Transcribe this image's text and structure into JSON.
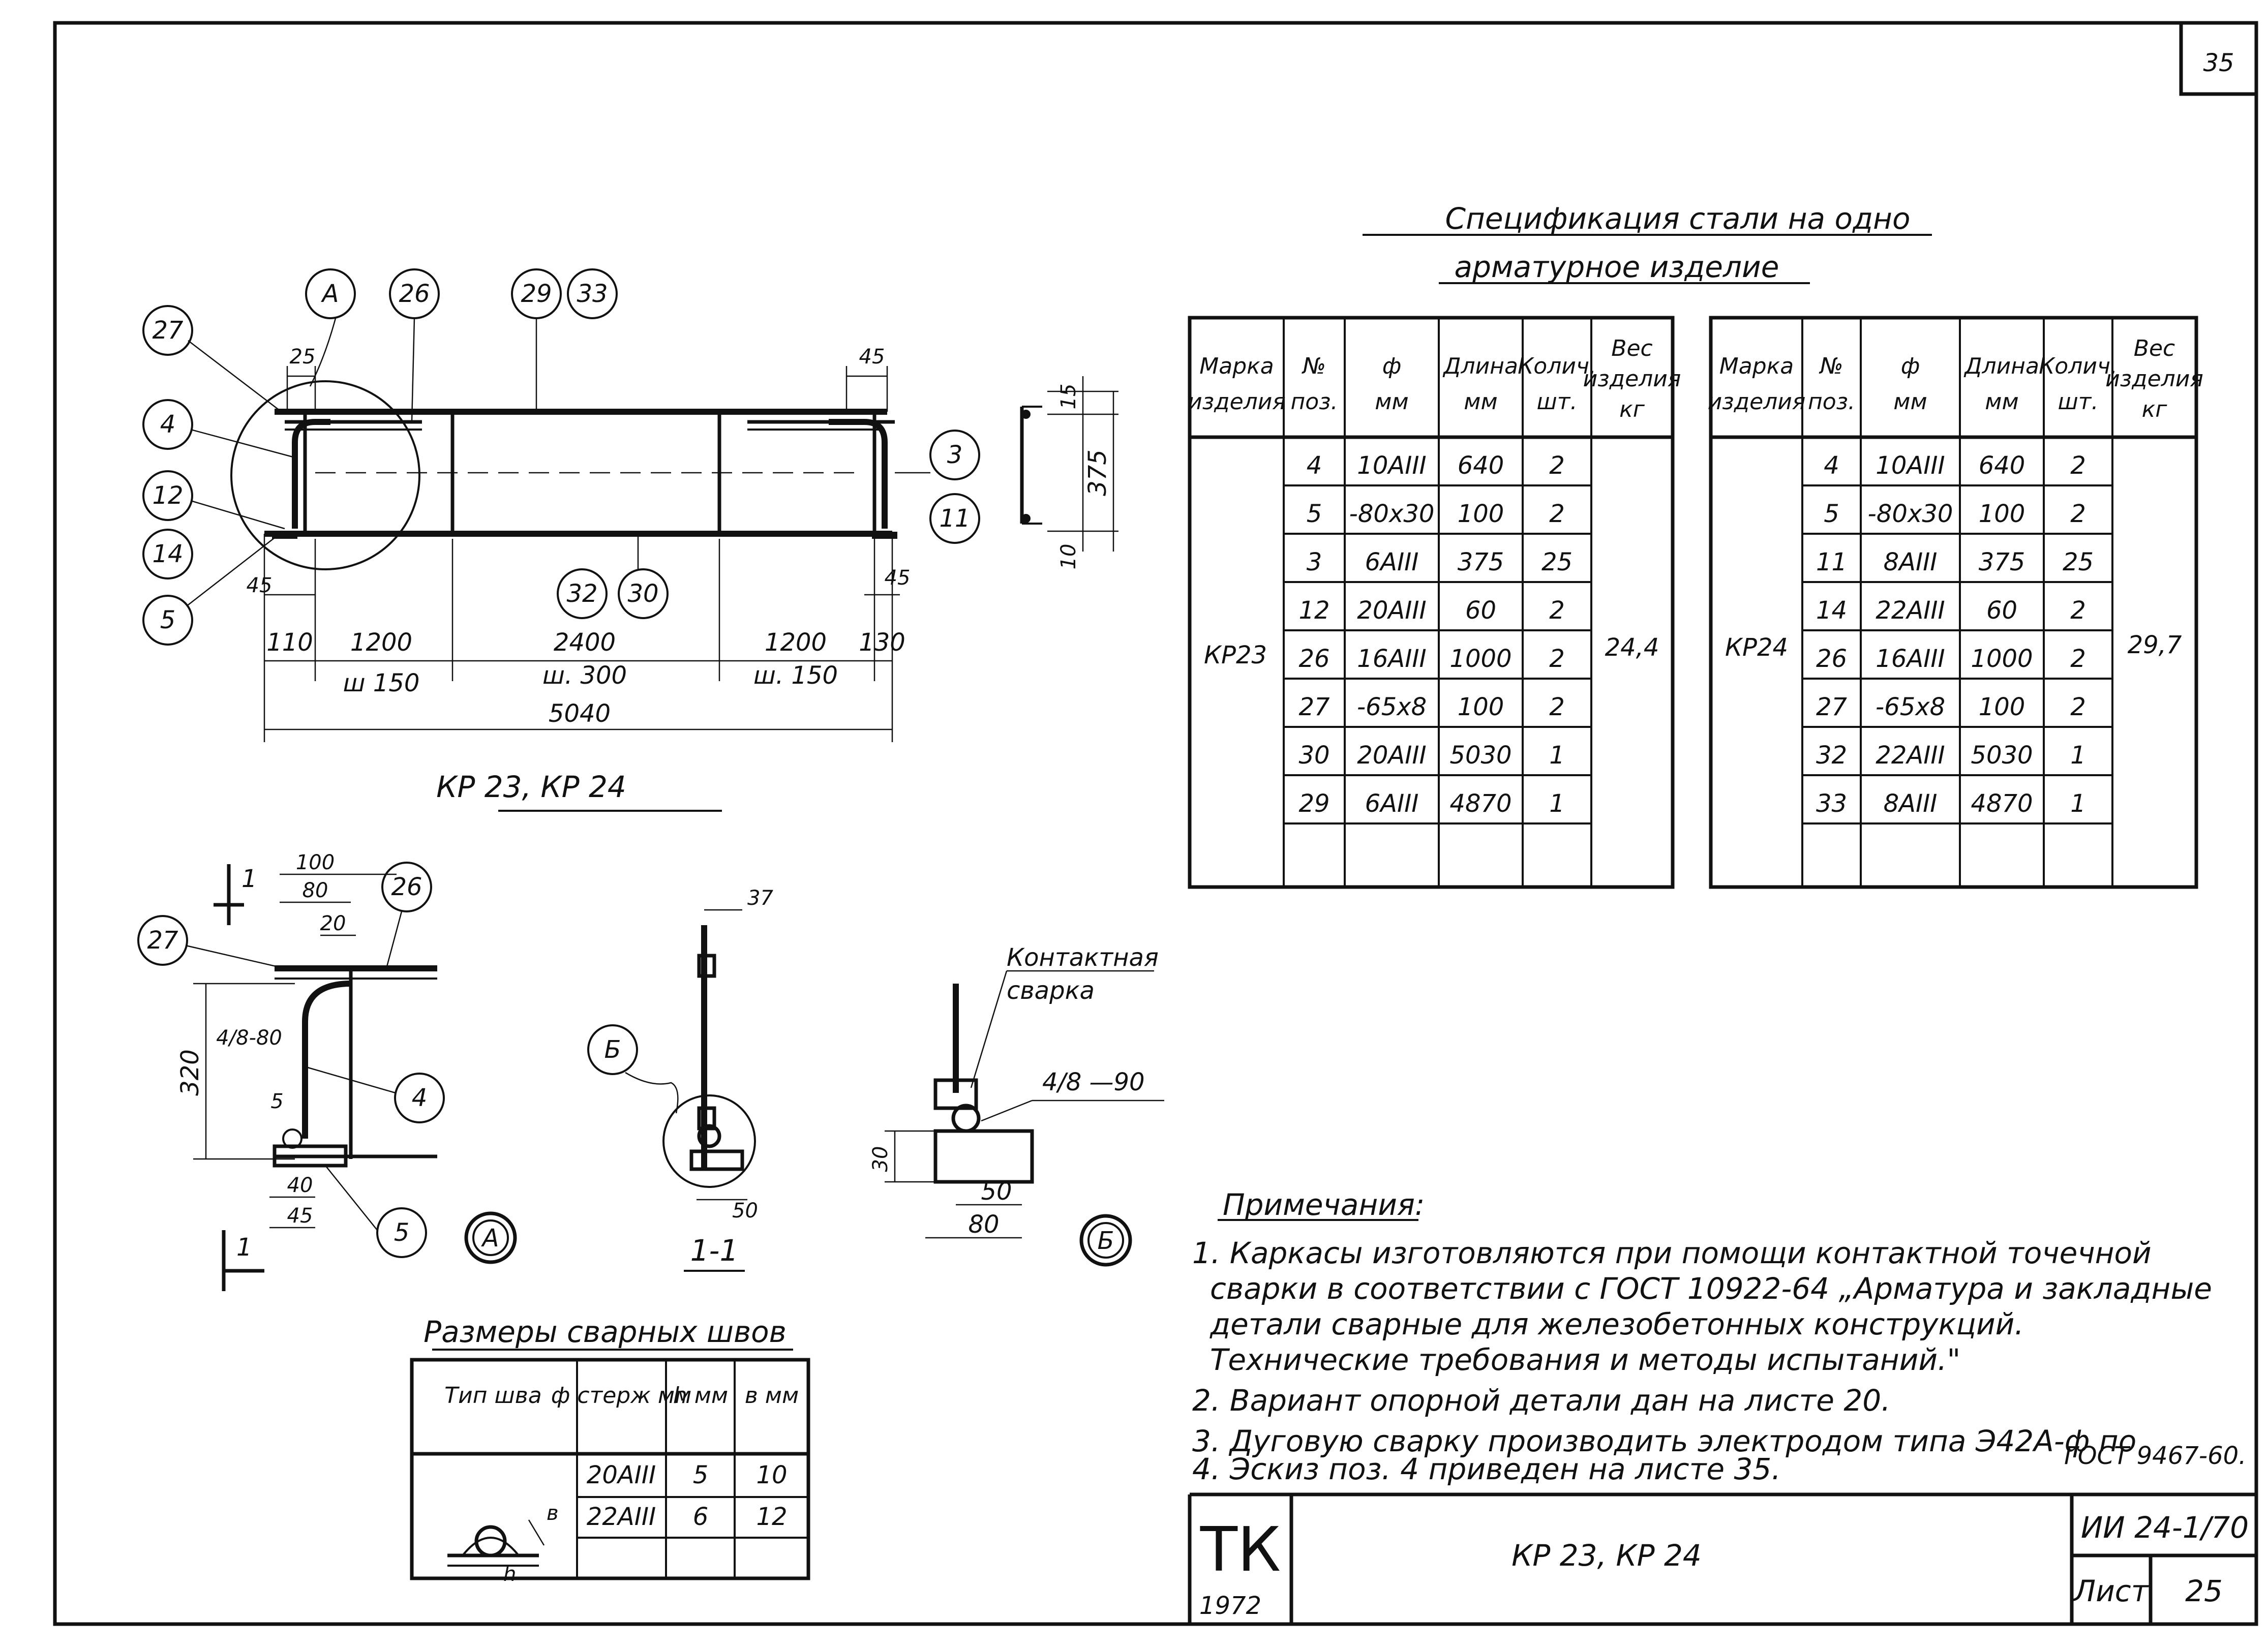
{
  "sheet_number_top": "35",
  "spec_title_line1": "Спецификация стали на одно",
  "spec_title_line2": "арматурное изделие",
  "spec_headers": [
    "Марка изделия",
    "№ поз.",
    "ф мм",
    "Длина мм",
    "Колич. шт.",
    "Вес изделия кг"
  ],
  "spec_left": {
    "mark": "КР23",
    "weight": "24,4",
    "rows": [
      {
        "pos": "4",
        "dia": "10АIII",
        "len": "640",
        "qty": "2"
      },
      {
        "pos": "5",
        "dia": "-80х30",
        "len": "100",
        "qty": "2"
      },
      {
        "pos": "3",
        "dia": "6АIII",
        "len": "375",
        "qty": "25"
      },
      {
        "pos": "12",
        "dia": "20АIII",
        "len": "60",
        "qty": "2"
      },
      {
        "pos": "26",
        "dia": "16АIII",
        "len": "1000",
        "qty": "2"
      },
      {
        "pos": "27",
        "dia": "-65х8",
        "len": "100",
        "qty": "2"
      },
      {
        "pos": "30",
        "dia": "20АIII",
        "len": "5030",
        "qty": "1"
      },
      {
        "pos": "29",
        "dia": "6АIII",
        "len": "4870",
        "qty": "1"
      }
    ]
  },
  "spec_right": {
    "mark": "КР24",
    "weight": "29,7",
    "rows": [
      {
        "pos": "4",
        "dia": "10АIII",
        "len": "640",
        "qty": "2"
      },
      {
        "pos": "5",
        "dia": "-80х30",
        "len": "100",
        "qty": "2"
      },
      {
        "pos": "11",
        "dia": "8АIII",
        "len": "375",
        "qty": "25"
      },
      {
        "pos": "14",
        "dia": "22АIII",
        "len": "60",
        "qty": "2"
      },
      {
        "pos": "26",
        "dia": "16АIII",
        "len": "1000",
        "qty": "2"
      },
      {
        "pos": "27",
        "dia": "-65х8",
        "len": "100",
        "qty": "2"
      },
      {
        "pos": "32",
        "dia": "22АIII",
        "len": "5030",
        "qty": "1"
      },
      {
        "pos": "33",
        "dia": "8АIII",
        "len": "4870",
        "qty": "1"
      }
    ]
  },
  "main_view": {
    "title": "КР 23, КР 24",
    "callouts": [
      "27",
      "А",
      "26",
      "29",
      "33",
      "4",
      "12",
      "14",
      "5",
      "3",
      "11",
      "32",
      "30"
    ],
    "dims": {
      "d25": "25",
      "d45a": "45",
      "d45b": "45",
      "d45c": "45",
      "d110": "110",
      "d1200a": "1200",
      "d2400": "2400",
      "d1200b": "1200",
      "d130": "130",
      "sh150a": "ш 150",
      "sh300": "ш. 300",
      "sh150b": "ш. 150",
      "d5040": "5040",
      "d15": "15",
      "d375": "375",
      "d10": "10"
    }
  },
  "detail_a": {
    "label": "А",
    "callouts": [
      "27",
      "26",
      "4",
      "5"
    ],
    "dims": {
      "d100": "100",
      "d80": "80",
      "d20": "20",
      "d320": "320",
      "weld": "4/8-80",
      "d5": "5",
      "d40": "40",
      "d45": "45",
      "sec": "1"
    }
  },
  "section_11": {
    "label": "1-1",
    "callout": "Б",
    "dims": {
      "d37": "37",
      "d50": "50"
    }
  },
  "detail_b": {
    "label": "Б",
    "note1": "Контактная",
    "note2": "сварка",
    "weld": "4/8 —90",
    "dims": {
      "d30": "30",
      "d50": "50",
      "d80": "80"
    }
  },
  "weld_table": {
    "title": "Размеры сварных швов",
    "headers": [
      "Тип шва",
      "ф стерж мм",
      "h мм",
      "в мм"
    ],
    "rows": [
      {
        "dia": "20АIII",
        "h": "5",
        "b": "10"
      },
      {
        "dia": "22АIII",
        "h": "6",
        "b": "12"
      }
    ],
    "sketch_b": "в",
    "sketch_h": "h"
  },
  "notes": {
    "title": "Примечания:",
    "lines": [
      "1. Каркасы изготовляются при помощи контактной точечной",
      "сварки в соответствии с ГОСТ 10922-64 „Арматура и закладные",
      "детали сварные для железобетонных конструкций.",
      "Технические требования и методы испытаний.\"",
      "2. Вариант опорной детали дан на листе 20.",
      "3. Дуговую сварку производить электродом типа Э42А-ф по",
      "ГОСТ 9467-60.",
      "4. Эскиз поз. 4 приведен на листе 35."
    ]
  },
  "title_block": {
    "stamp": "ТК",
    "year": "1972",
    "title": "КР 23, КР 24",
    "code": "ИИ 24-1/70",
    "sheet_label": "Лист",
    "sheet_no": "25"
  }
}
